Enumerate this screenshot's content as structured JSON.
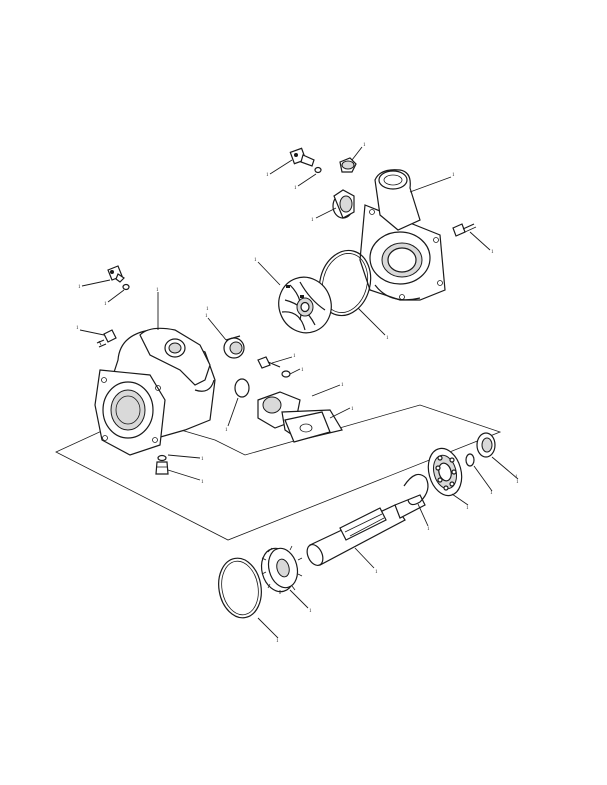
{
  "figure": {
    "callouts": [
      "1",
      "1",
      "1",
      "1",
      "1",
      "1",
      "1",
      "1",
      "1",
      "1",
      "1",
      "1",
      "1",
      "1",
      "1",
      "1",
      "1",
      "1",
      "1",
      "1",
      "1",
      "1",
      "1",
      "1",
      "1",
      "1",
      "1",
      "1",
      "1"
    ]
  }
}
